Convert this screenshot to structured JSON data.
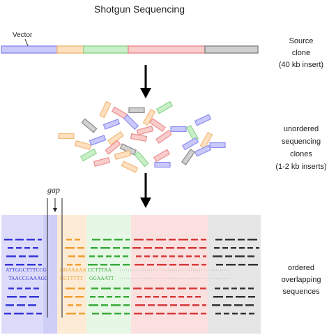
{
  "title": "Shotgun Sequencing",
  "vector_label": "Vector",
  "gap_label": "gap",
  "side_labels": {
    "source_clone": [
      "Source",
      "clone",
      "(40 kb insert)"
    ],
    "unordered": [
      "unordered",
      "sequencing",
      "clones",
      "(1-2 kb inserts)"
    ],
    "ordered": [
      "ordered",
      "overlapping",
      "sequences"
    ]
  },
  "sequences": {
    "top": {
      "blue": "ATTGGCTTTCCG",
      "orange": "GGAAAAA",
      "green": "CCTTTAA"
    },
    "bottom": {
      "blue": "TAACCGAAAGG",
      "orange": "CCTTTTT",
      "green": "GGAAATT"
    }
  },
  "segment_colors": {
    "blue": "#8f8ff0",
    "orange": "#f2b97a",
    "green": "#8fd68f",
    "red": "#ec8f8f",
    "gray": "#8a8a8a"
  },
  "segment_fills": {
    "blue": "#c9c9fb",
    "orange": "#fde0c0",
    "green": "#c8efc8",
    "red": "#f9cccc",
    "gray": "#d0d0d0"
  },
  "band_fills": {
    "blue": "#dcdcfa",
    "orange": "#fdebd5",
    "green": "#e6f7e6",
    "red": "#fbe0e0",
    "gray": "#e6e6e6"
  },
  "read_colors": {
    "blue": "#3636d8",
    "orange": "#f0a030",
    "green": "#3aaa3a",
    "red": "#d63a3a",
    "gray": "#333333"
  }
}
